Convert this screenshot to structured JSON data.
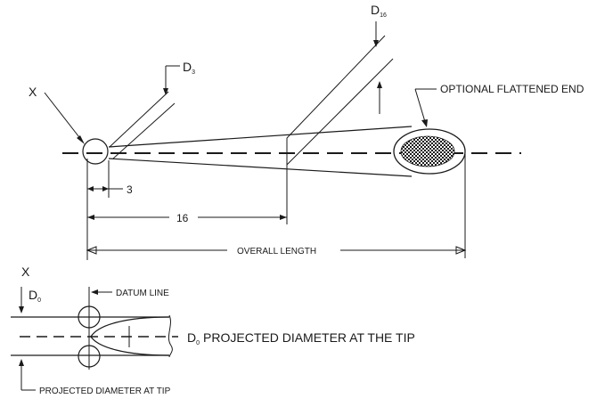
{
  "labels": {
    "x_top": "X",
    "x_bottom": "X",
    "d3_main": "D",
    "d3_sub": "3",
    "d16_main": "D",
    "d16_sub": "16",
    "d0_main": "D",
    "d0_sub": "0",
    "optional_flattened_end": "OPTIONAL FLATTENED END",
    "dim_3": "3",
    "dim_16": "16",
    "overall_length": "OVERALL LENGTH",
    "datum_line": "DATUM  LINE",
    "projected_main_d": "D",
    "projected_main_sub": "0",
    "projected_main_text": "PROJECTED DIAMETER AT THE TIP",
    "projected_bottom": "PROJECTED DIAMETER AT TIP"
  }
}
